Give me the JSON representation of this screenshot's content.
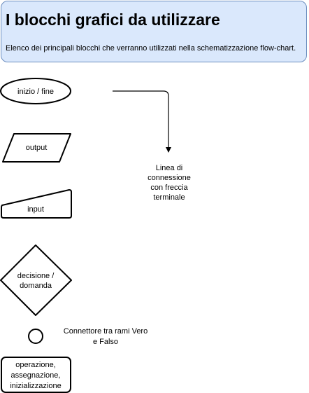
{
  "header": {
    "title": "I blocchi grafici da utilizzare",
    "description": "Elenco dei principali blocchi che verranno utilizzati nella schematizzazione flow-chart."
  },
  "blocks": {
    "terminator": "inizio / fine",
    "output": "output",
    "input": "input",
    "decision": [
      "decisione /",
      "domanda"
    ],
    "process": [
      "operazione,",
      "assegnazione,",
      "inizializzazione"
    ]
  },
  "connector_label": [
    "Connettore tra rami Vero",
    "e Falso"
  ],
  "connection_label": [
    "Linea di",
    "connessione",
    "con freccia",
    "terminale"
  ],
  "colors": {
    "header_fill": "#dae8fc",
    "header_stroke": "#6c8ebf",
    "shape_stroke": "#000000"
  }
}
